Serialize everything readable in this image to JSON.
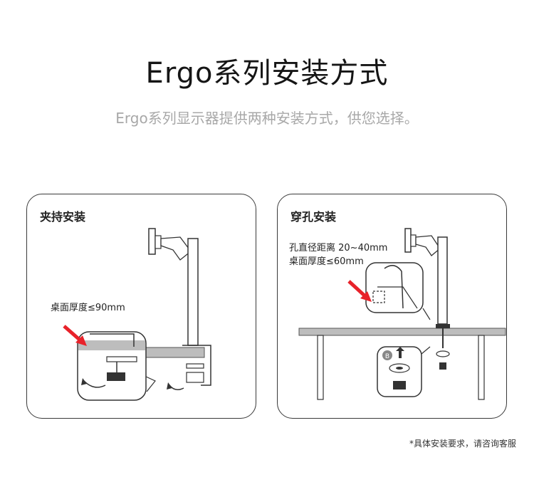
{
  "title": "Ergo系列安装方式",
  "subtitle": "Ergo系列显示器提供两种安装方式，供您选择。",
  "clamp_card": {
    "title": "夹持安装",
    "note": "桌面厚度≤90mm"
  },
  "grommet_card": {
    "title": "穿孔安装",
    "note_line1": "孔直径距离 20~40mm",
    "note_line2": "桌面厚度≤60mm",
    "step_badge": "B"
  },
  "footnote": "*具体安装要求，请咨询客服",
  "colors": {
    "arrow": "#e8222a",
    "line": "#333333",
    "fill": "#bdbdbd"
  }
}
